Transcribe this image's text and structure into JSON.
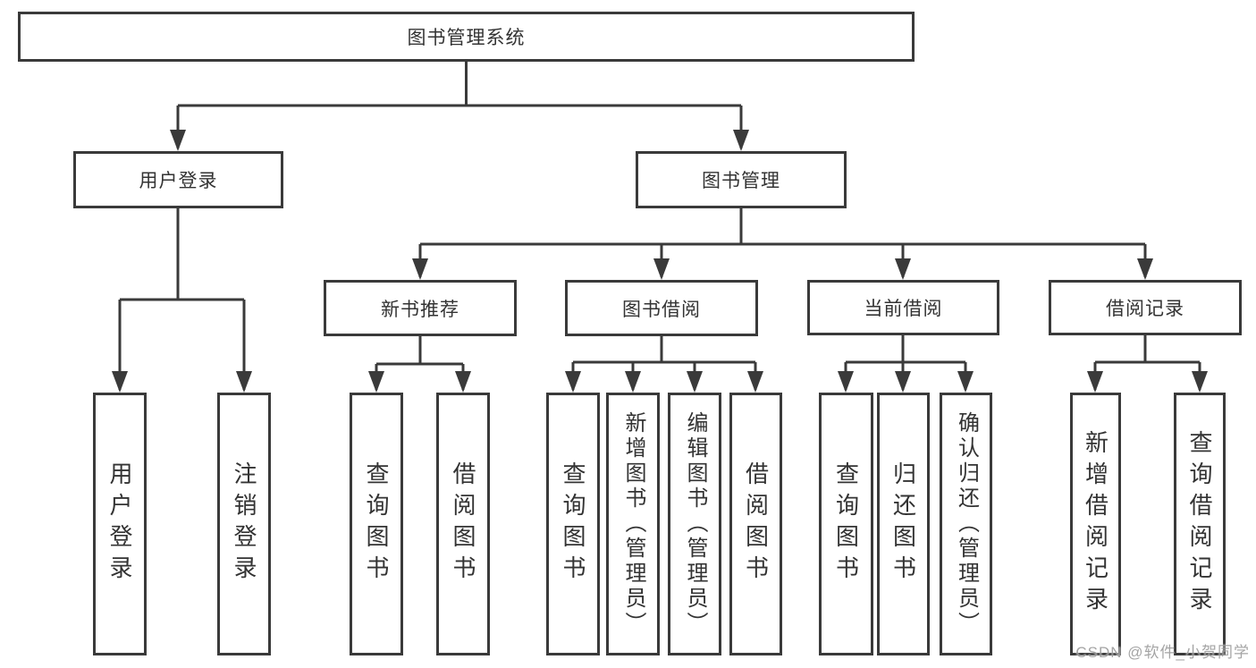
{
  "colors": {
    "line": "#3a3a3a",
    "text": "#333333",
    "background": "#ffffff",
    "watermark_text_color": "#9b9b9b"
  },
  "watermark": "CSDN @软件_小贺同学",
  "diagram": {
    "root": {
      "label": "图书管理系统",
      "children": [
        {
          "label": "用户登录",
          "children": [
            {
              "label": "用户登录"
            },
            {
              "label": "注销登录"
            }
          ]
        },
        {
          "label": "图书管理",
          "children": [
            {
              "label": "新书推荐",
              "children": [
                {
                  "label": "查询图书"
                },
                {
                  "label": "借阅图书"
                }
              ]
            },
            {
              "label": "图书借阅",
              "children": [
                {
                  "label": "查询图书"
                },
                {
                  "label": "新增图书（管理员）"
                },
                {
                  "label": "编辑图书（管理员）"
                },
                {
                  "label": "借阅图书"
                }
              ]
            },
            {
              "label": "当前借阅",
              "children": [
                {
                  "label": "查询图书"
                },
                {
                  "label": "归还图书"
                },
                {
                  "label": "确认归还（管理员）"
                }
              ]
            },
            {
              "label": "借阅记录",
              "children": [
                {
                  "label": "新增借阅记录"
                },
                {
                  "label": "查询借阅记录"
                }
              ]
            }
          ]
        }
      ]
    }
  }
}
